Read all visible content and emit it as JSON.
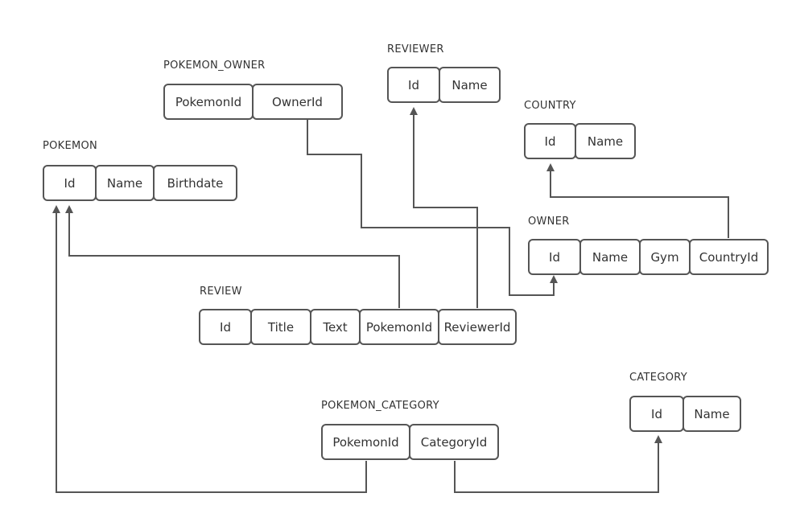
{
  "tables": {
    "pokemon_owner": {
      "name": "POKEMON_OWNER",
      "fields": [
        "PokemonId",
        "OwnerId"
      ]
    },
    "reviewer": {
      "name": "REVIEWER",
      "fields": [
        "Id",
        "Name"
      ]
    },
    "country": {
      "name": "COUNTRY",
      "fields": [
        "Id",
        "Name"
      ]
    },
    "pokemon": {
      "name": "POKEMON",
      "fields": [
        "Id",
        "Name",
        "Birthdate"
      ]
    },
    "owner": {
      "name": "OWNER",
      "fields": [
        "Id",
        "Name",
        "Gym",
        "CountryId"
      ]
    },
    "review": {
      "name": "REVIEW",
      "fields": [
        "Id",
        "Title",
        "Text",
        "PokemonId",
        "ReviewerId"
      ]
    },
    "category": {
      "name": "CATEGORY",
      "fields": [
        "Id",
        "Name"
      ]
    },
    "pokemon_category": {
      "name": "POKEMON_CATEGORY",
      "fields": [
        "PokemonId",
        "CategoryId"
      ]
    }
  },
  "colors": {
    "line": "#555555",
    "text": "#333333"
  }
}
